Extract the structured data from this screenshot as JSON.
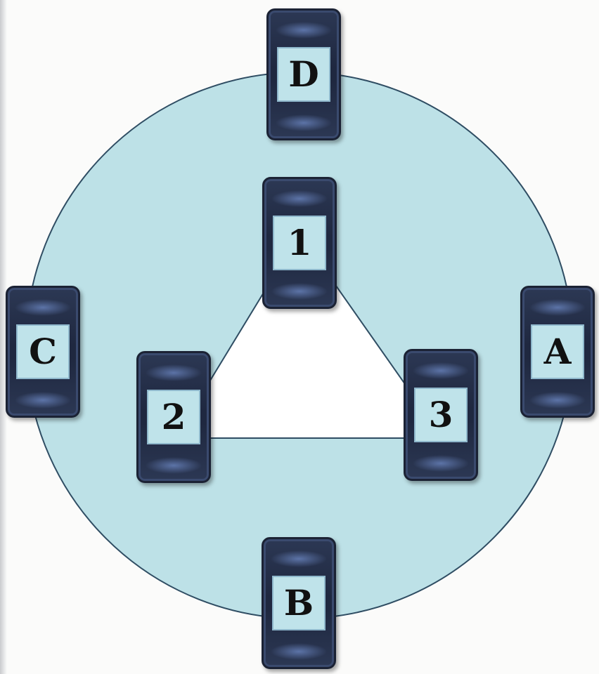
{
  "colors": {
    "circle_fill": "#bde1e7",
    "circle_stroke": "#2f4d63",
    "triangle_fill": "#ffffff",
    "card_dark": "#1f2840",
    "card_panel": "#bfe3ea"
  },
  "outer_cards": {
    "top": "D",
    "right": "A",
    "bottom": "B",
    "left": "C"
  },
  "inner_cards": {
    "top": "1",
    "left": "2",
    "right": "3"
  }
}
